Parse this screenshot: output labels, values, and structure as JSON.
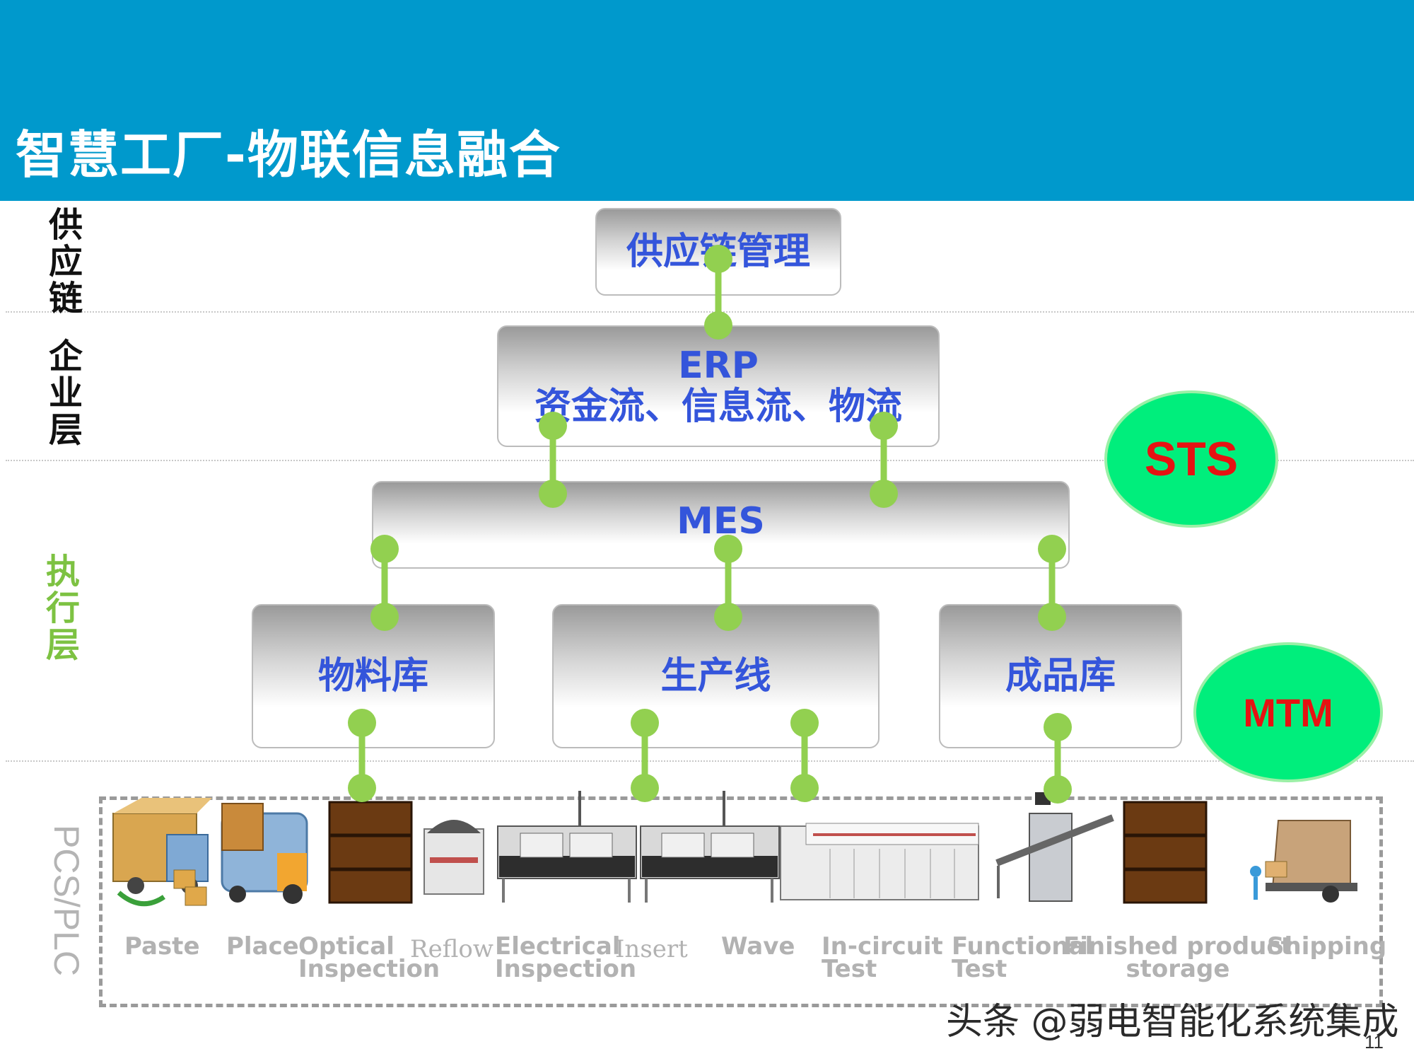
{
  "title": "智慧工厂-物联信息融合",
  "layers": {
    "supply_chain": "供\n应\n链",
    "enterprise": "企\n业\n层",
    "execution": "执\n行\n层",
    "pcs": "PCS/PLC"
  },
  "boxes": {
    "scm": "供应链管理",
    "erp_line1": "ERP",
    "erp_line2": "资金流、信息流、物流",
    "mes": "MES",
    "material": "物料库",
    "production": "生产线",
    "finished": "成品库"
  },
  "badges": {
    "sts": "STS",
    "mtm": "MTM"
  },
  "stages": [
    "Paste",
    "Place",
    "Optical\nInspection",
    "Reflow",
    "Electrical\nInspection",
    "Insert",
    "Wave",
    "In-circuit\nTest",
    "Functional\nTest",
    "Finished product\nstorage",
    "Shipping"
  ],
  "watermark": "头条 @弱电智能化系统集成",
  "page_number": "11",
  "colors": {
    "header": "#0099cc",
    "box_text": "#3455db",
    "connector": "#92d050",
    "badge_fill": "#00ee7c",
    "badge_text": "#e61212",
    "execution_label": "#7dc242"
  }
}
